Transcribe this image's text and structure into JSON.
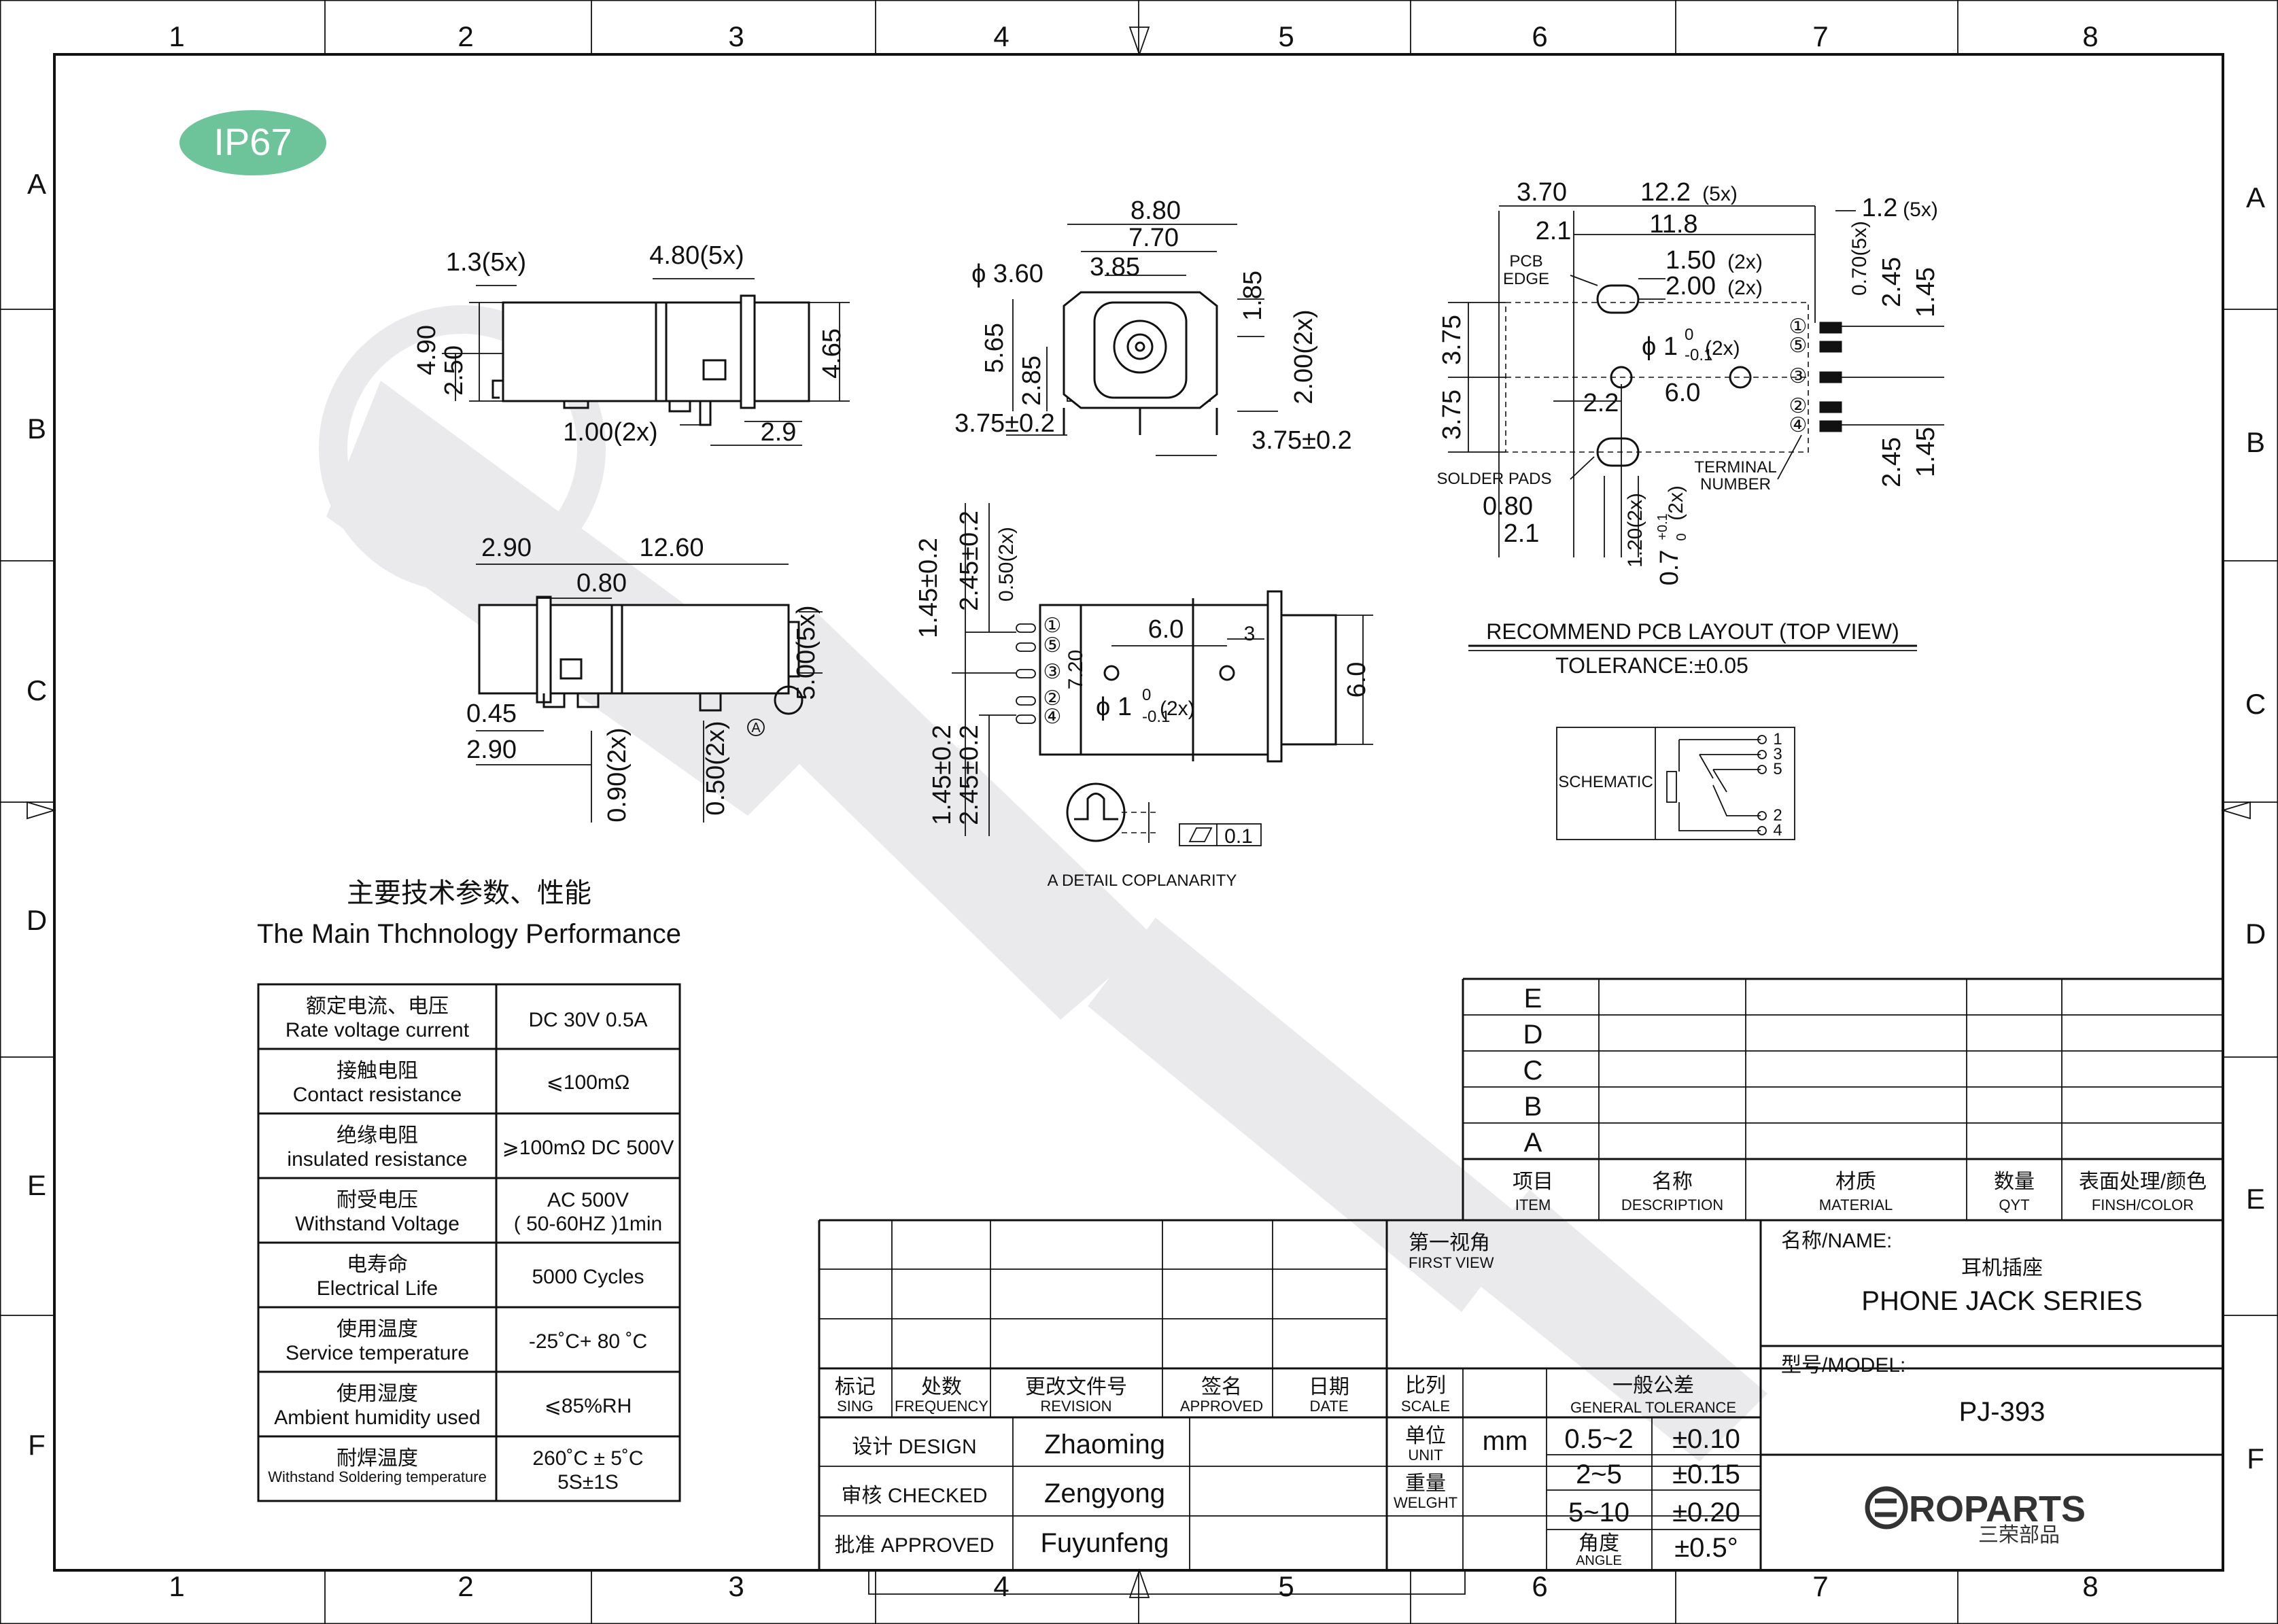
{
  "badge": "IP67",
  "grid": {
    "columns": [
      "1",
      "2",
      "3",
      "4",
      "5",
      "6",
      "7",
      "8"
    ],
    "rows": [
      "A",
      "B",
      "C",
      "D",
      "E",
      "F"
    ]
  },
  "side_view": {
    "d_1_3": "1.3(5x)",
    "d_4_80": "4.80(5x)",
    "d_4_90": "4.90",
    "d_2_50": "2.50",
    "d_4_65": "4.65",
    "d_1_00": "1.00(2x)",
    "d_2_9": "2.9"
  },
  "front_view": {
    "d_8_80": "8.80",
    "d_7_70": "7.70",
    "d_phi": "ϕ 3.60",
    "d_3_85": "3.85",
    "d_5_65": "5.65",
    "d_2_85": "2.85",
    "d_1_85": "1.85",
    "d_2_00": "2.00(2x)",
    "d_left": "3.75±0.2",
    "d_right": "3.75±0.2"
  },
  "bottom_view": {
    "d_2_90a": "2.90",
    "d_12_60": "12.60",
    "d_0_80": "0.80",
    "d_5_00": "5.00(5x)",
    "d_0_45": "0.45",
    "d_2_90b": "2.90",
    "d_0_90": "0.90(2x)",
    "d_0_50": "0.50(2x)",
    "detail": "A"
  },
  "top_view": {
    "d_1_45a": "1.45±0.2",
    "d_2_45a": "2.45±0.2",
    "d_0_50": "0.50(2x)",
    "d_6_0a": "6.0",
    "d_3": "3",
    "d_7_20": "7.20",
    "d_6_0b": "6.0",
    "d_hole": "ϕ 1",
    "d_hole_tol_top": "0",
    "d_hole_tol_bot": "-0.1",
    "d_hole_n": "(2x)",
    "d_1_45b": "1.45±0.2",
    "d_2_45b": "2.45±0.2",
    "pins": [
      "①",
      "⑤",
      "③",
      "②",
      "④"
    ]
  },
  "coplanarity": {
    "value": "0.1",
    "label": "A DETAIL COPLANARITY"
  },
  "pcb": {
    "d_3_70": "3.70",
    "d_12_2": "12.2",
    "d_12_2n": "(5x)",
    "d_1_2": "1.2",
    "d_1_2n": "(5x)",
    "d_2_1a": "2.1",
    "d_11_8": "11.8",
    "pcb_edge_1": "PCB",
    "pcb_edge_2": "EDGE",
    "d_1_50": "1.50",
    "d_1_50n": "(2x)",
    "d_2_00": "2.00",
    "d_2_00n": "(2x)",
    "d_0_70": "0.70(5x)",
    "d_2_45a": "2.45",
    "d_1_45a": "1.45",
    "d_3_75a": "3.75",
    "d_3_75b": "3.75",
    "d_hole": "ϕ 1",
    "d_hole_tol_top": "0",
    "d_hole_tol_bot": "-0.1",
    "d_hole_n": "(2x)",
    "d_2_2": "2.2",
    "d_6_0": "6.0",
    "d_2_45b": "2.45",
    "d_1_45b": "1.45",
    "solder_pads": "SOLDER PADS",
    "terminal_1": "TERMINAL",
    "terminal_2": "NUMBER",
    "d_0_80": "0.80",
    "d_2_1b": "2.1",
    "d_1_20": "1.20(2x)",
    "d_0_7": "0.7",
    "d_0_7tol_top": "+0.1",
    "d_0_7tol_bot": "0",
    "d_0_7n": "(2x)",
    "pins": [
      "①",
      "⑤",
      "③",
      "②",
      "④"
    ],
    "title": "RECOMMEND PCB LAYOUT (TOP VIEW)",
    "tolerance": "TOLERANCE:±0.05"
  },
  "schematic": {
    "label": "SCHEMATIC",
    "pins": [
      "1",
      "3",
      "5",
      "2",
      "4"
    ]
  },
  "performance": {
    "title_cn": "主要技术参数、性能",
    "title_en": "The Main Thchnology Performance",
    "rows": [
      {
        "cn": "额定电流、电压",
        "en": "Rate voltage current",
        "value": "DC 30V   0.5A",
        "value2": ""
      },
      {
        "cn": "接触电阻",
        "en": "Contact resistance",
        "value": "⩽100mΩ",
        "value2": ""
      },
      {
        "cn": "绝缘电阻",
        "en": "insulated resistance",
        "value": "⩾100mΩ  DC 500V",
        "value2": ""
      },
      {
        "cn": "耐受电压",
        "en": "Withstand Voltage",
        "value": "AC 500V",
        "value2": "( 50-60HZ )1min"
      },
      {
        "cn": "电寿命",
        "en": "Electrical Life",
        "value": "5000 Cycles",
        "value2": ""
      },
      {
        "cn": "使用温度",
        "en": "Service temperature",
        "value": "-25˚C+ 80 ˚C",
        "value2": ""
      },
      {
        "cn": "使用湿度",
        "en": "Ambient humidity used",
        "value": "⩽85%RH",
        "value2": ""
      },
      {
        "cn": "耐焊温度",
        "en": "Withstand Soldering temperature",
        "value": "260˚C ± 5˚C",
        "value2": "5S±1S"
      }
    ]
  },
  "revision_table": {
    "rows": [
      "E",
      "D",
      "C",
      "B",
      "A"
    ],
    "header": [
      {
        "cn": "项目",
        "en": "ITEM"
      },
      {
        "cn": "名称",
        "en": "DESCRIPTION"
      },
      {
        "cn": "材质",
        "en": "MATERIAL"
      },
      {
        "cn": "数量",
        "en": "QYT"
      },
      {
        "cn": "表面处理/颜色",
        "en": "FINSH/COLOR"
      }
    ]
  },
  "title_block": {
    "change_header": [
      {
        "cn": "标记",
        "en": "SING"
      },
      {
        "cn": "处数",
        "en": "FREQUENCY"
      },
      {
        "cn": "更改文件号",
        "en": "REVISION"
      },
      {
        "cn": "签名",
        "en": "APPROVED"
      },
      {
        "cn": "日期",
        "en": "DATE"
      }
    ],
    "design_label": "设计 DESIGN",
    "design_name": "Zhaoming",
    "checked_label": "审核 CHECKED",
    "checked_name": "Zengyong",
    "approved_label": "批准 APPROVED",
    "approved_name": "Fuyunfeng",
    "first_view_cn": "第一视角",
    "first_view_en": "FIRST VIEW",
    "scale_cn": "比列",
    "scale_en": "SCALE",
    "unit_cn": "单位",
    "unit_en": "UNIT",
    "unit_value": "mm",
    "weight_cn": "重量",
    "weight_en": "WELGHT",
    "tol_cn": "一般公差",
    "tol_en": "GENERAL TOLERANCE",
    "tolerances": [
      {
        "range": "0.5~2",
        "value": "±0.10"
      },
      {
        "range": "2~5",
        "value": "±0.15"
      },
      {
        "range": "5~10",
        "value": "±0.20"
      }
    ],
    "angle_cn": "角度",
    "angle_en": "ANGLE",
    "angle_value": "±0.5°",
    "name_label": "名称/NAME:",
    "name_cn": "耳机插座",
    "name_en": "PHONE JACK SERIES",
    "model_label": "型号/MODEL:",
    "model_value": "PJ-393",
    "logo_text": "ROPARTS",
    "logo_cn": "三荣部品"
  },
  "colors": {
    "badge": "#6ec49a",
    "watermark": "#e6e6ea",
    "ink": "#111111"
  }
}
